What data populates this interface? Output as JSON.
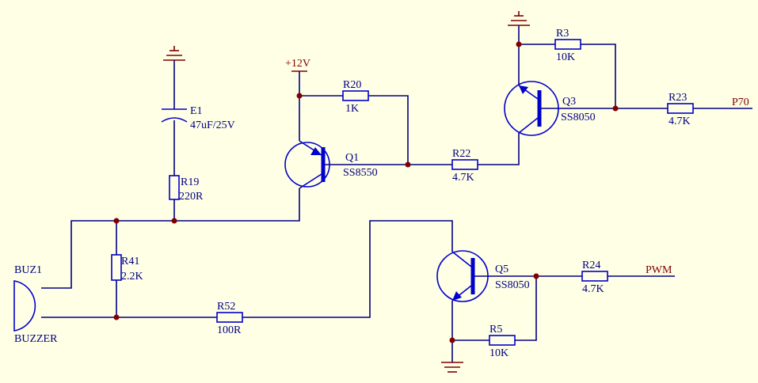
{
  "colors": {
    "background": "#FFFFE6",
    "wire": "#000080",
    "component": "#0000CC",
    "power_port": "#800000",
    "junction": "#800000"
  },
  "power_ports": {
    "vcc": "+12V"
  },
  "net_labels": {
    "p70": "P70",
    "pwm": "PWM"
  },
  "components": {
    "e1": {
      "ref": "E1",
      "value": "47uF/25V"
    },
    "r19": {
      "ref": "R19",
      "value": "220R"
    },
    "r20": {
      "ref": "R20",
      "value": "1K"
    },
    "q1": {
      "ref": "Q1",
      "value": "SS8550"
    },
    "r22": {
      "ref": "R22",
      "value": "4.7K"
    },
    "r3": {
      "ref": "R3",
      "value": "10K"
    },
    "q3": {
      "ref": "Q3",
      "value": "SS8050"
    },
    "r23": {
      "ref": "R23",
      "value": "4.7K"
    },
    "r41": {
      "ref": "R41",
      "value": "2.2K"
    },
    "buz1": {
      "ref": "BUZ1",
      "value": "BUZZER"
    },
    "r52": {
      "ref": "R52",
      "value": "100R"
    },
    "q5": {
      "ref": "Q5",
      "value": "SS8050"
    },
    "r24": {
      "ref": "R24",
      "value": "4.7K"
    },
    "r5": {
      "ref": "R5",
      "value": "10K"
    }
  },
  "icons": [
    "ground-icon",
    "power-port-icon",
    "junction-dot-icon",
    "pnp-transistor-icon",
    "npn-transistor-icon",
    "resistor-icon",
    "capacitor-icon",
    "buzzer-icon"
  ]
}
